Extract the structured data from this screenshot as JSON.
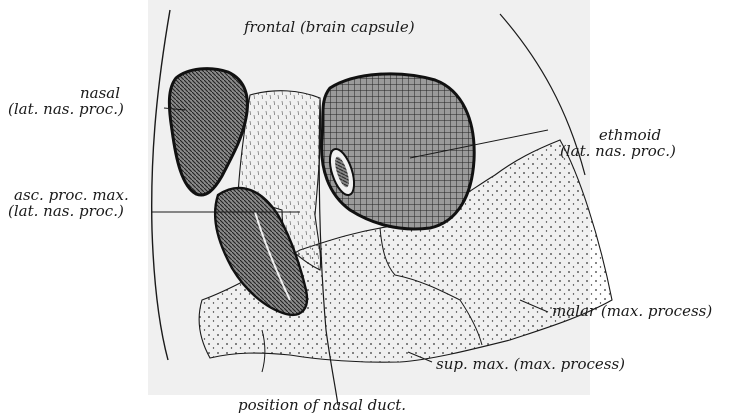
{
  "labels": {
    "frontal": "frontal (brain capsule)",
    "nasal_line1": "nasal",
    "nasal_line2": "(lat. nas. proc.)",
    "asc_line1": "asc. proc. max.",
    "asc_line2": "(lat. nas. proc.)",
    "ethmoid_line1": "ethmoid",
    "ethmoid_line2": "(lat. nas. proc.)",
    "malar": "malar (max. process)",
    "supmax": "sup. max. (max. process)",
    "nasal_duct": "position of nasal duct."
  },
  "colors": {
    "ink": "#1a1a1a",
    "paper": "#f0f0f0",
    "shade": "#555555"
  }
}
